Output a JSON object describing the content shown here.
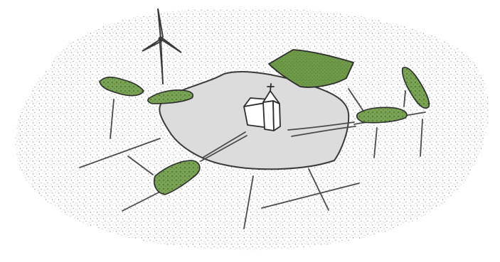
{
  "illustration": {
    "elements": [
      "wind-turbine",
      "church",
      "village",
      "fields",
      "hedgerows",
      "roads"
    ],
    "colors": {
      "background": "#ffffff",
      "stipple": "#8f8f8f",
      "village_fill": "#dcdcdc",
      "ink": "#3a3a3a",
      "field_green": "#6f9a4a",
      "hedge_green": "#7aa355"
    }
  }
}
